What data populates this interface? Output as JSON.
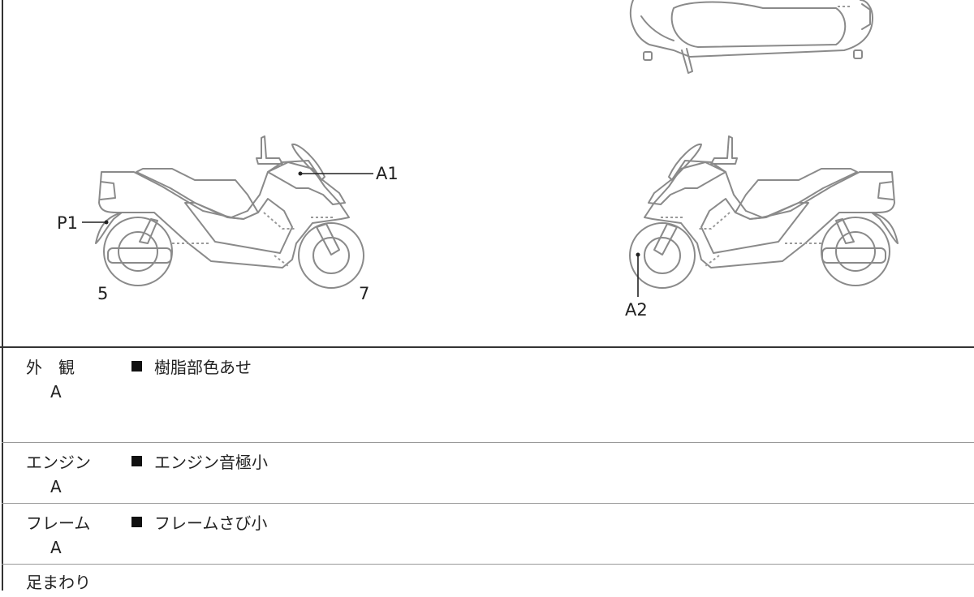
{
  "diagram": {
    "markers": {
      "a1": "A1",
      "a2": "A2",
      "p1": "P1",
      "rear_number": "5",
      "front_number": "7"
    }
  },
  "sections": [
    {
      "category": "外　観",
      "grade": "A",
      "notes": [
        "樹脂部色あせ"
      ]
    },
    {
      "category": "エンジン",
      "grade": "A",
      "notes": [
        "エンジン音極小"
      ]
    },
    {
      "category": "フレーム",
      "grade": "A",
      "notes": [
        "フレームさび小"
      ]
    },
    {
      "category": "足まわり"
    }
  ]
}
